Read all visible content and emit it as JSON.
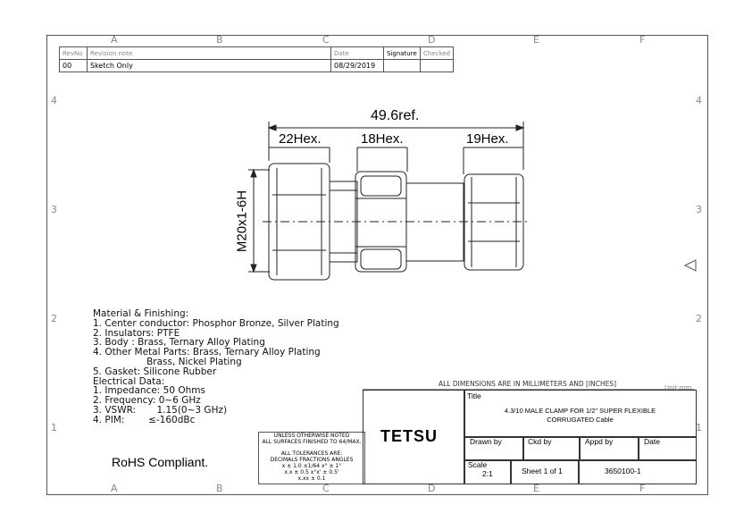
{
  "zone_labels": {
    "columns": [
      "A",
      "B",
      "C",
      "D",
      "E",
      "F"
    ],
    "rows": [
      "4",
      "3",
      "2",
      "1"
    ]
  },
  "revision_table": {
    "headers": [
      "RevNo",
      "Revision note",
      "Date",
      "Signature",
      "Checked"
    ],
    "row": {
      "rev": "00",
      "note": "Sketch Only",
      "date": "08/29/2019",
      "signature": "",
      "checked": ""
    }
  },
  "dimensions": {
    "overall": "49.6ref.",
    "hex1": "22Hex.",
    "hex2": "18Hex.",
    "hex3": "19Hex.",
    "thread": "M20x1-6H"
  },
  "notes": {
    "lines": [
      "Material & Finishing:",
      "1. Center conductor: Phosphor Bronze, Silver Plating",
      "2. Insulators: PTFE",
      "3. Body : Brass, Ternary Alloy Plating",
      "4. Other Metal Parts: Brass, Ternary Alloy Plating",
      "                  Brass, Nickel Plating",
      "5. Gasket: Silicone Rubber",
      "Electrical Data:",
      "1. Impedance: 50 Ohms",
      "2. Frequency: 0~6 GHz",
      "3. VSWR:       1.15(0~3 GHz)",
      "4. PIM:        ≤-160dBc"
    ]
  },
  "rohs": "RoHS Compliant.",
  "tolerances": {
    "line1": "UNLESS OTHERWISE NOTED",
    "line2": "ALL SURFACES FINISHED TO 64/MAX.",
    "line3": "ALL TOLERANCES ARE:",
    "line4": "DECIMALS   FRACTIONS   ANGLES",
    "line5": "x ± 1.0     ±1/64      x° ± 1°",
    "line6": "x.x ± 0.5               x°x' ± 0.5'",
    "line7": "x.xx ± 0.1"
  },
  "title_block": {
    "dims_note": "ALL DIMENSIONS ARE IN MILLIMETERS AND [INCHES]",
    "unit": "Unit:mm",
    "company": "TETSU",
    "title_label": "Title",
    "title_line1": "4.3/10 MALE CLAMP FOR 1/2\" SUPER FLEXIBLE",
    "title_line2": "CORRUGATED Cable",
    "drawn_by": "Drawn by",
    "ckd_by": "Ckd by",
    "appd_by": "Appd by",
    "date": "Date",
    "scale_label": "Scale",
    "scale_value": "2:1",
    "sheet": "Sheet 1 of 1",
    "part_no": "3650100-1"
  }
}
